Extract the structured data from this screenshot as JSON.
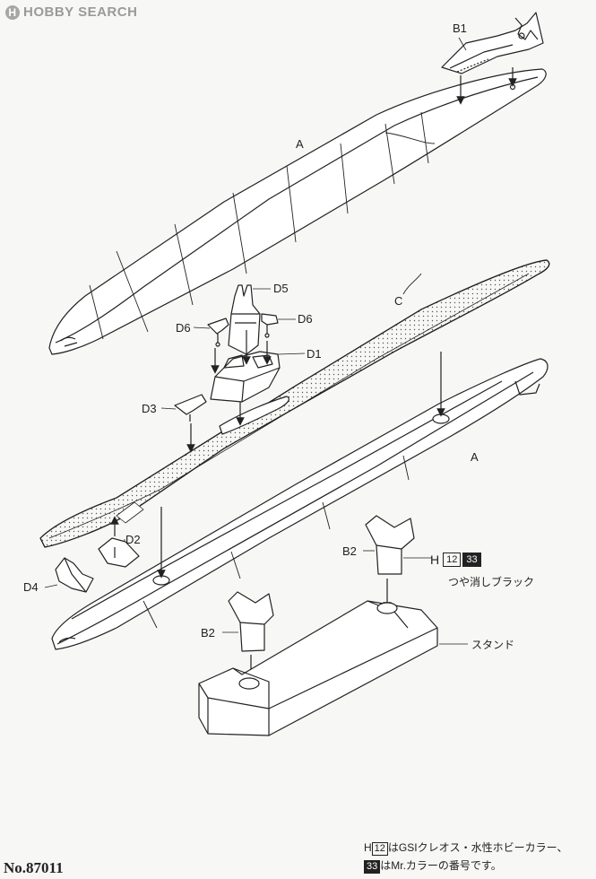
{
  "logo": {
    "icon": "hobby-search-logo-icon",
    "text": "HOBBY SEARCH"
  },
  "parts": {
    "b1": "B1",
    "a_top": "A",
    "d5": "D5",
    "d6_left": "D6",
    "d6_right": "D6",
    "c": "C",
    "d1": "D1",
    "d3": "D3",
    "a_lower": "A",
    "d2": "D2",
    "d4": "D4",
    "b2_right": "B2",
    "b2_left": "B2"
  },
  "paint": {
    "letter": "H",
    "code1": "12",
    "code2": "33",
    "name": "つや消しブラック"
  },
  "stand_label": "スタンド",
  "notes": {
    "line1_letter": "H",
    "line1_code": "12",
    "line1_text": "はGSIクレオス・水性ホビーカラー、",
    "line2_code": "33",
    "line2_text": "はMr.カラーの番号です。"
  },
  "catalog_no": "No.87011",
  "colors": {
    "line": "#222222",
    "background": "#f7f7f5",
    "dark_box": "#222222"
  }
}
